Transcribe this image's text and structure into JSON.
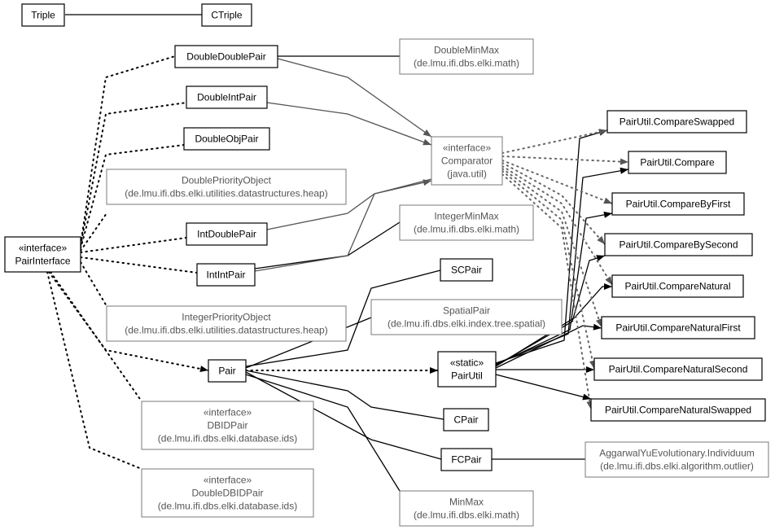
{
  "nodes": [
    {
      "id": "Triple",
      "lines": [
        "Triple"
      ]
    },
    {
      "id": "CTriple",
      "lines": [
        "CTriple"
      ]
    },
    {
      "id": "DoubleDoublePair",
      "lines": [
        "DoubleDoublePair"
      ]
    },
    {
      "id": "DoubleMinMax",
      "lines": [
        "DoubleMinMax",
        "(de.lmu.ifi.dbs.elki.math)"
      ],
      "external": true
    },
    {
      "id": "DoubleIntPair",
      "lines": [
        "DoubleIntPair"
      ]
    },
    {
      "id": "DoubleObjPair",
      "lines": [
        "DoubleObjPair"
      ]
    },
    {
      "id": "DoublePriorityObject",
      "lines": [
        "DoublePriorityObject",
        "(de.lmu.ifi.dbs.elki.utilities.datastructures.heap)"
      ],
      "external": true
    },
    {
      "id": "Comparator",
      "lines": [
        "«interface»",
        "Comparator",
        "(java.util)"
      ],
      "external": true
    },
    {
      "id": "IntDoublePair",
      "lines": [
        "IntDoublePair"
      ]
    },
    {
      "id": "IntegerMinMax",
      "lines": [
        "IntegerMinMax",
        "(de.lmu.ifi.dbs.elki.math)"
      ],
      "external": true
    },
    {
      "id": "PairInterface",
      "lines": [
        "«interface»",
        "PairInterface"
      ]
    },
    {
      "id": "IntIntPair",
      "lines": [
        "IntIntPair"
      ]
    },
    {
      "id": "SCPair",
      "lines": [
        "SCPair"
      ]
    },
    {
      "id": "SpatialPair",
      "lines": [
        "SpatialPair",
        "(de.lmu.ifi.dbs.elki.index.tree.spatial)"
      ],
      "external": true
    },
    {
      "id": "IntegerPriorityObject",
      "lines": [
        "IntegerPriorityObject",
        "(de.lmu.ifi.dbs.elki.utilities.datastructures.heap)"
      ],
      "external": true
    },
    {
      "id": "Pair",
      "lines": [
        "Pair"
      ]
    },
    {
      "id": "PairUtil",
      "lines": [
        "«static»",
        "PairUtil"
      ]
    },
    {
      "id": "DBIDPair",
      "lines": [
        "«interface»",
        "DBIDPair",
        "(de.lmu.ifi.dbs.elki.database.ids)"
      ],
      "external": true
    },
    {
      "id": "CPair",
      "lines": [
        "CPair"
      ]
    },
    {
      "id": "FCPair",
      "lines": [
        "FCPair"
      ]
    },
    {
      "id": "AggarwalYuEvolutionaryIndividuum",
      "lines": [
        "AggarwalYuEvolutionary.Individuum",
        "(de.lmu.ifi.dbs.elki.algorithm.outlier)"
      ],
      "external": true
    },
    {
      "id": "DoubleDBIDPair",
      "lines": [
        "«interface»",
        "DoubleDBIDPair",
        "(de.lmu.ifi.dbs.elki.database.ids)"
      ],
      "external": true
    },
    {
      "id": "MinMax",
      "lines": [
        "MinMax",
        "(de.lmu.ifi.dbs.elki.math)"
      ],
      "external": true
    },
    {
      "id": "CompareSwapped",
      "lines": [
        "PairUtil.CompareSwapped"
      ]
    },
    {
      "id": "Compare",
      "lines": [
        "PairUtil.Compare"
      ]
    },
    {
      "id": "CompareByFirst",
      "lines": [
        "PairUtil.CompareByFirst"
      ]
    },
    {
      "id": "CompareBySecond",
      "lines": [
        "PairUtil.CompareBySecond"
      ]
    },
    {
      "id": "CompareNatural",
      "lines": [
        "PairUtil.CompareNatural"
      ]
    },
    {
      "id": "CompareNaturalFirst",
      "lines": [
        "PairUtil.CompareNaturalFirst"
      ]
    },
    {
      "id": "CompareNaturalSecond",
      "lines": [
        "PairUtil.CompareNaturalSecond"
      ]
    },
    {
      "id": "CompareNaturalSwapped",
      "lines": [
        "PairUtil.CompareNaturalSwapped"
      ]
    }
  ]
}
